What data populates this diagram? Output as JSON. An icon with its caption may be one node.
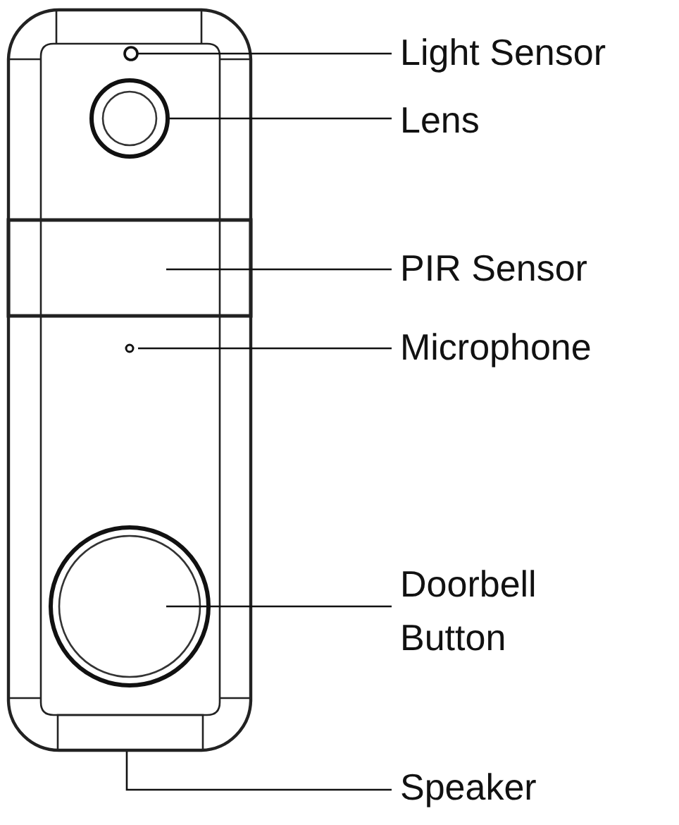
{
  "diagram": {
    "nodes": [
      {
        "text": [
          "Light Sensor"
        ]
      },
      {
        "text": [
          "Lens"
        ]
      },
      {
        "text": [
          "PIR Sensor"
        ]
      },
      {
        "text": [
          "Microphone"
        ]
      },
      {
        "text": [
          "Doorbell Button"
        ]
      },
      {
        "text": [
          "Speaker"
        ]
      },
      {
        "text": [],
        "shape": "circle"
      },
      {
        "text": [],
        "shape": "circle"
      },
      {
        "text": [],
        "shape": "box"
      },
      {
        "text": [],
        "shape": "circle"
      },
      {
        "text": [],
        "shape": "circle"
      },
      {
        "text": [],
        "shape": "box"
      }
    ],
    "edges": [
      {
        "from": 0,
        "to": 6,
        "arrow": "none"
      },
      {
        "from": 1,
        "to": 7,
        "arrow": "none"
      },
      {
        "from": 2,
        "to": 8,
        "arrow": "none"
      },
      {
        "from": 3,
        "to": 9,
        "arrow": "none"
      },
      {
        "from": 4,
        "to": 10,
        "arrow": "none"
      },
      {
        "from": 5,
        "to": 11,
        "arrow": "none"
      }
    ]
  }
}
